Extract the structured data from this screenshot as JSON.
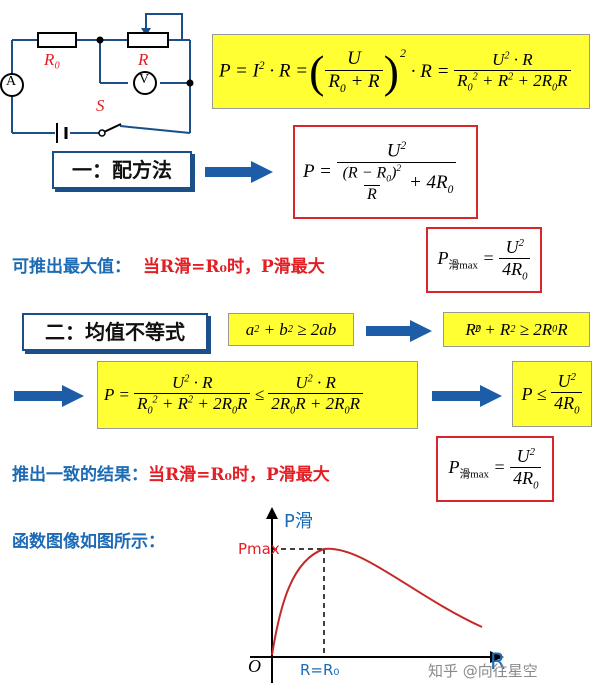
{
  "circuit": {
    "r0_label": "R₀",
    "r_label": "R",
    "ammeter": "A",
    "voltmeter": "V",
    "switch_label": "S"
  },
  "section1": {
    "label": "一：配方法"
  },
  "conclusion1": {
    "prefix": "可推出最大值：",
    "condition": "当R滑=R₀时，P滑最大"
  },
  "section2": {
    "label": "二：均值不等式"
  },
  "conclusion2": {
    "prefix": "推出一致的结果：",
    "condition": "当R滑=R₀时，P滑最大"
  },
  "graph": {
    "caption": "函数图像如图所示：",
    "y_axis_label": "P滑",
    "x_axis_label": "R",
    "origin": "O",
    "pmax_label": "Pmax",
    "peak_x_label": "R=R₀"
  },
  "watermark": "知乎 @向往星空",
  "colors": {
    "formula_bg": "#ffff33",
    "box_border": "#d9262a",
    "label_border": "#1a4f8a",
    "arrow": "#1d5da8",
    "text_blue": "#1d6bb5",
    "text_red": "#e31e24"
  }
}
